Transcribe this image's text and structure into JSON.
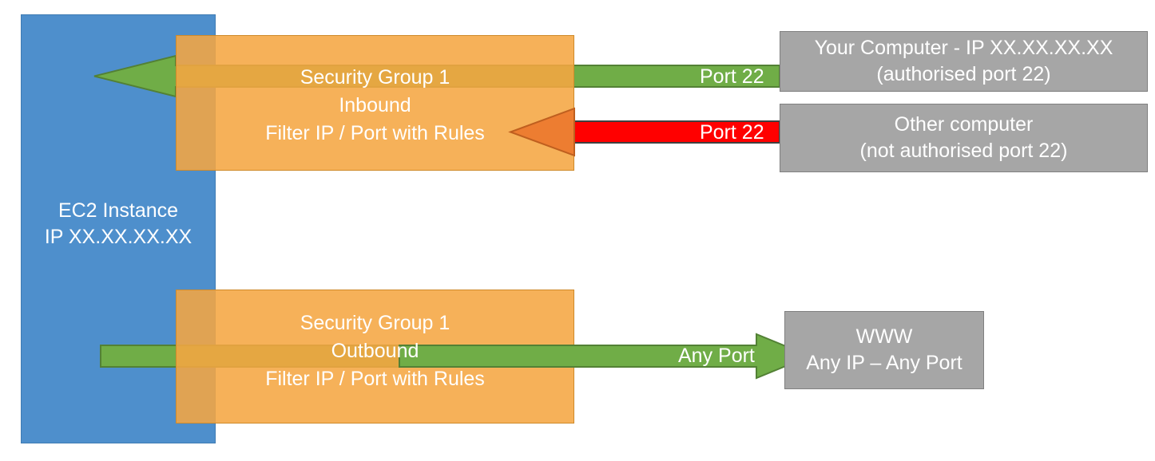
{
  "diagram": {
    "title": "AWS EC2 Security Group inbound and outbound traffic filtering",
    "colors": {
      "ec2_blue": "#4e8fcc",
      "security_group_orange": "#f5a642",
      "allowed_green": "#70ad47",
      "blocked_red": "#ff0000",
      "blocked_arrow_orange": "#ed7d31",
      "external_gray": "#a6a6a6",
      "text_white": "#ffffff"
    }
  },
  "ec2": {
    "name": "EC2 Instance",
    "ip": "IP XX.XX.XX.XX"
  },
  "security_groups": [
    {
      "id": "inbound",
      "name": "Security Group 1",
      "direction": "Inbound",
      "rule": "Filter IP / Port with Rules"
    },
    {
      "id": "outbound",
      "name": "Security Group 1",
      "direction": "Outbound",
      "rule": "Filter IP / Port with Rules"
    }
  ],
  "external_hosts": [
    {
      "id": "your-computer",
      "line1": "Your Computer - IP XX.XX.XX.XX",
      "line2": "(authorised port 22)"
    },
    {
      "id": "other-computer",
      "line1": "Other computer",
      "line2": "(not authorised port 22)"
    },
    {
      "id": "www",
      "line1": "WWW",
      "line2": "Any IP – Any Port"
    }
  ],
  "connections": [
    {
      "id": "allowed-inbound",
      "label": "Port 22",
      "status": "allowed",
      "color": "#70ad47",
      "direction": "inbound"
    },
    {
      "id": "blocked-inbound",
      "label": "Port 22",
      "status": "blocked",
      "color": "#ff0000",
      "direction": "inbound"
    },
    {
      "id": "allowed-outbound",
      "label": "Any Port",
      "status": "allowed",
      "color": "#70ad47",
      "direction": "outbound"
    }
  ]
}
